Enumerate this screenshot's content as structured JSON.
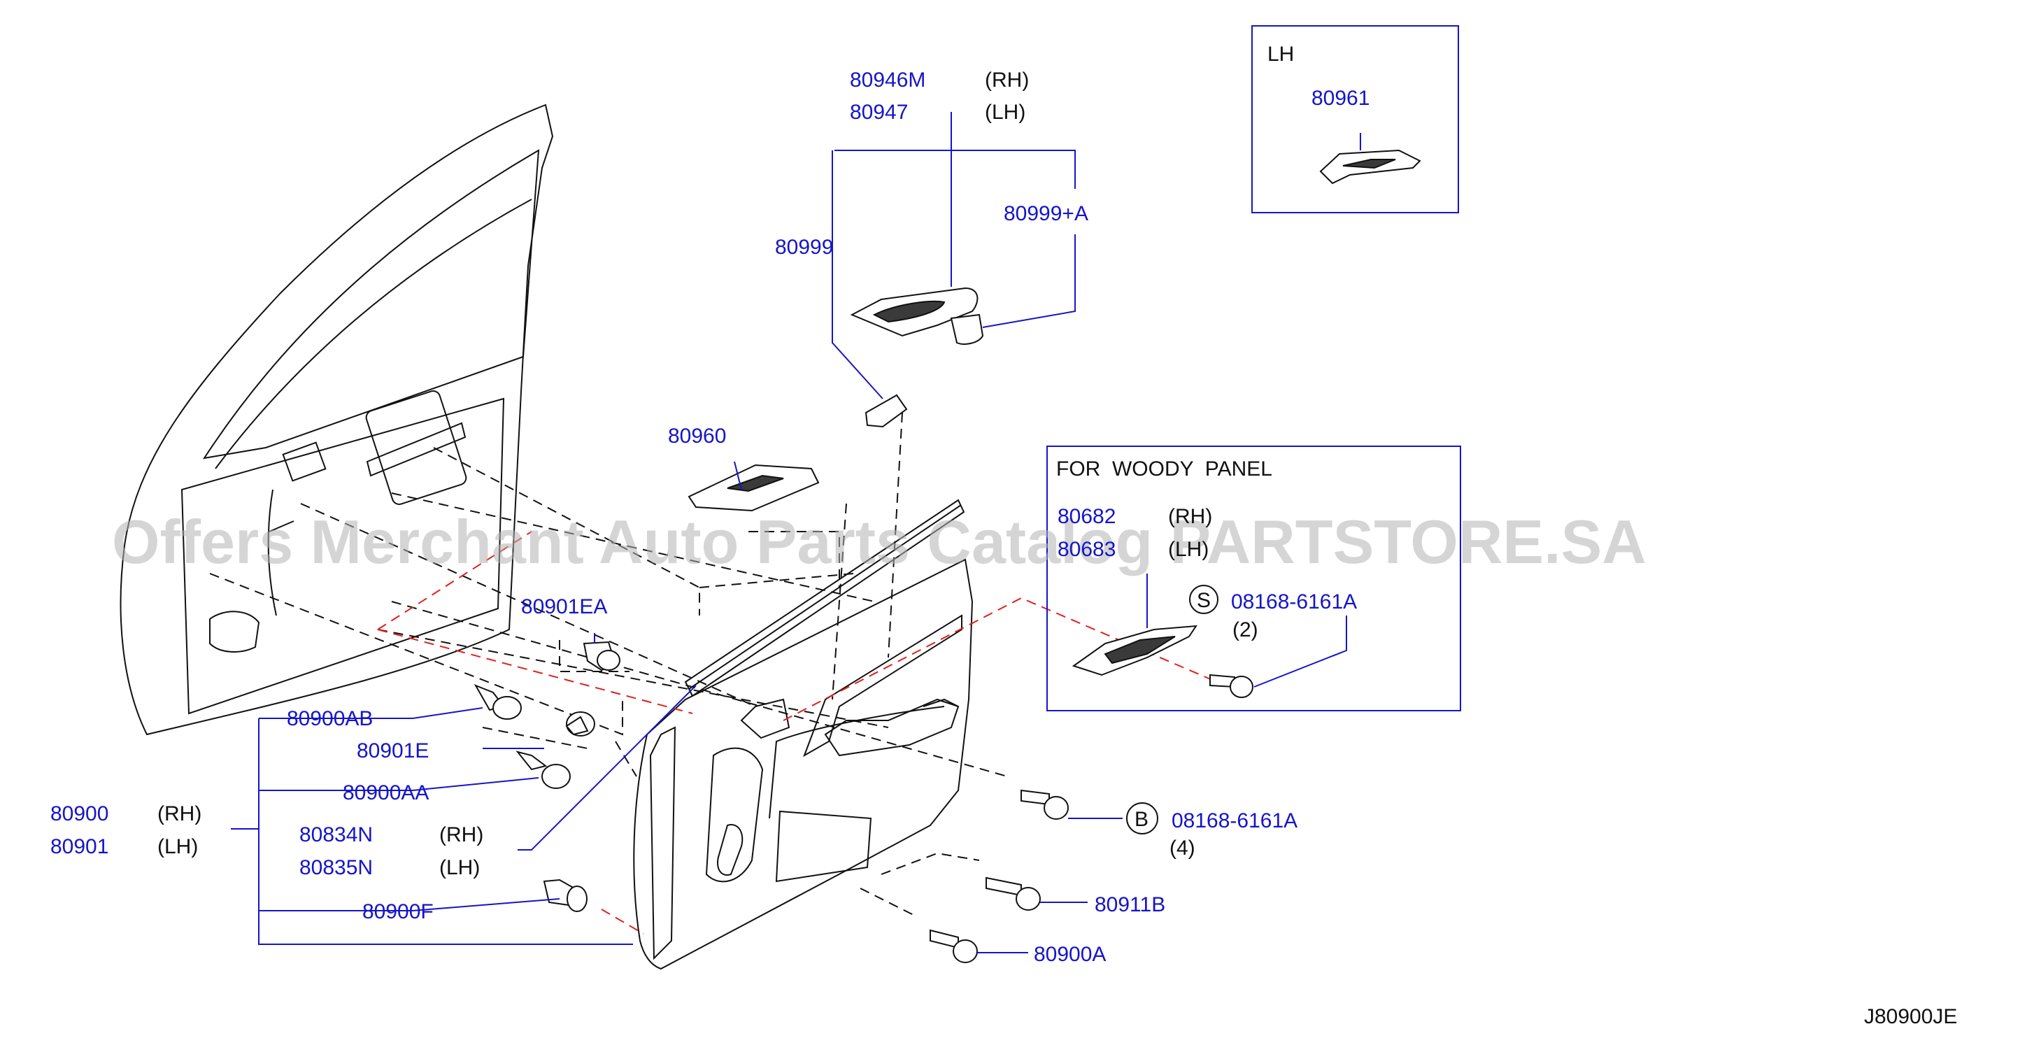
{
  "watermark": "Offers Merchant Auto Parts Catalog PARTSTORE.SA",
  "diagram_code": "J80900JE",
  "inset_lh": {
    "title": "LH",
    "part": "80961"
  },
  "inset_woody": {
    "title": "FOR  WOODY  PANEL",
    "part_rh": "80682",
    "rh": "(RH)",
    "part_lh": "80683",
    "lh": "(LH)",
    "screw_symbol": "S",
    "screw_part": "08168-6161A",
    "screw_qty": "(2)"
  },
  "labels": {
    "p80946m": "80946M",
    "p80946m_side": "(RH)",
    "p80947": "80947",
    "p80947_side": "(LH)",
    "p80999": "80999",
    "p80999a": "80999+A",
    "p80960": "80960",
    "p80901ea": "80901EA",
    "p80900ab": "80900AB",
    "p80901e": "80901E",
    "p80900aa": "80900AA",
    "p80900": "80900",
    "p80900_side": "(RH)",
    "p80901": "80901",
    "p80901_side": "(LH)",
    "p80834n": "80834N",
    "p80834n_side": "(RH)",
    "p80835n": "80835N",
    "p80835n_side": "(LH)",
    "p80900f": "80900F",
    "b_symbol": "B",
    "b_part": "08168-6161A",
    "b_qty": "(4)",
    "p80911b": "80911B",
    "p80900a": "80900A"
  }
}
